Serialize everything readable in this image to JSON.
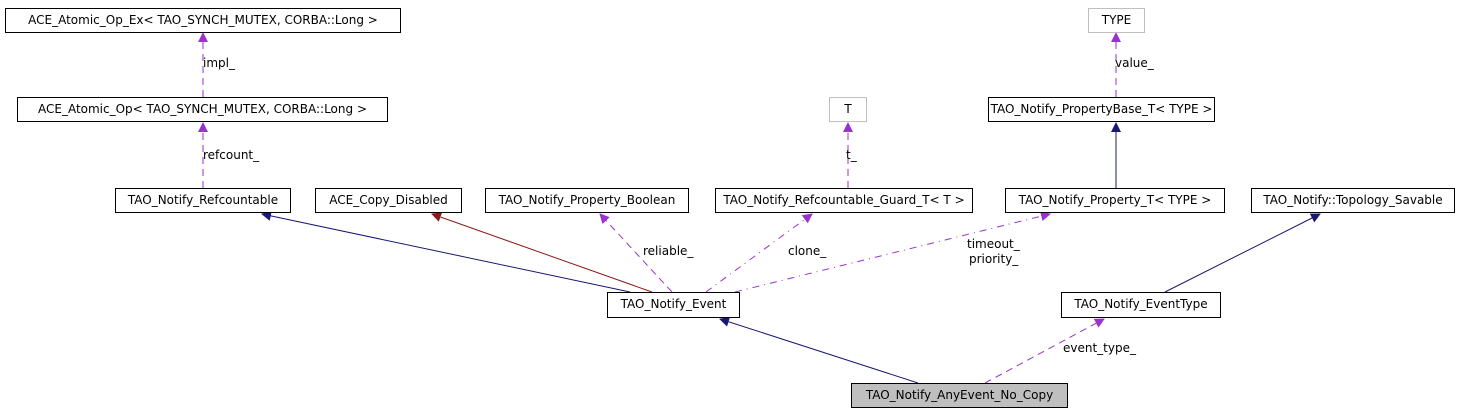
{
  "nodes": {
    "atomic_op_ex": "ACE_Atomic_Op_Ex< TAO_SYNCH_MUTEX, CORBA::Long >",
    "atomic_op": "ACE_Atomic_Op< TAO_SYNCH_MUTEX, CORBA::Long >",
    "type": "TYPE",
    "property_base": "TAO_Notify_PropertyBase_T< TYPE >",
    "t": "T",
    "refcountable": "TAO_Notify_Refcountable",
    "copy_disabled": "ACE_Copy_Disabled",
    "property_boolean": "TAO_Notify_Property_Boolean",
    "guard": "TAO_Notify_Refcountable_Guard_T< T >",
    "property_t": "TAO_Notify_Property_T< TYPE >",
    "topology_savable": "TAO_Notify::Topology_Savable",
    "event": "TAO_Notify_Event",
    "event_type": "TAO_Notify_EventType",
    "any_event": "TAO_Notify_AnyEvent_No_Copy"
  },
  "edge_labels": {
    "impl": "impl_",
    "refcount": "refcount_",
    "value": "value_",
    "t": "t_",
    "reliable": "reliable_",
    "clone": "clone_",
    "timeout": "timeout_",
    "priority": "priority_",
    "event_type": "event_type_"
  },
  "colors": {
    "inheritance": "#191970",
    "private_inheritance": "#8b1a1a",
    "usage": "#9a32cd",
    "current_fill": "#bfbfbf"
  }
}
